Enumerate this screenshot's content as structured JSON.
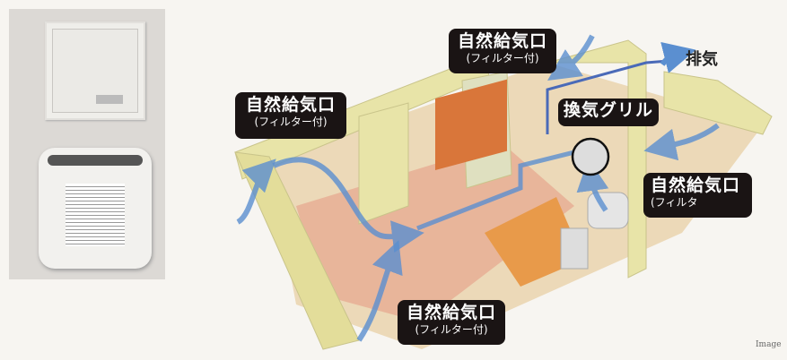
{
  "labels": {
    "inlet_left": {
      "title": "自然給気口",
      "sub": "(フィルター付)"
    },
    "inlet_top": {
      "title": "自然給気口",
      "sub": "(フィルター付)"
    },
    "grille": {
      "title": "換気グリル"
    },
    "inlet_right": {
      "title": "自然給気口",
      "sub": "(フィルタ"
    },
    "inlet_bottom": {
      "title": "自然給気口",
      "sub": "(フィルター付)"
    }
  },
  "exhaust": "排気",
  "credit": "Image",
  "colors": {
    "wall": "#e8e4a8",
    "floor": "#e8b59a",
    "airflow": "#5b8fd0",
    "label_bg": "#1a1414"
  }
}
